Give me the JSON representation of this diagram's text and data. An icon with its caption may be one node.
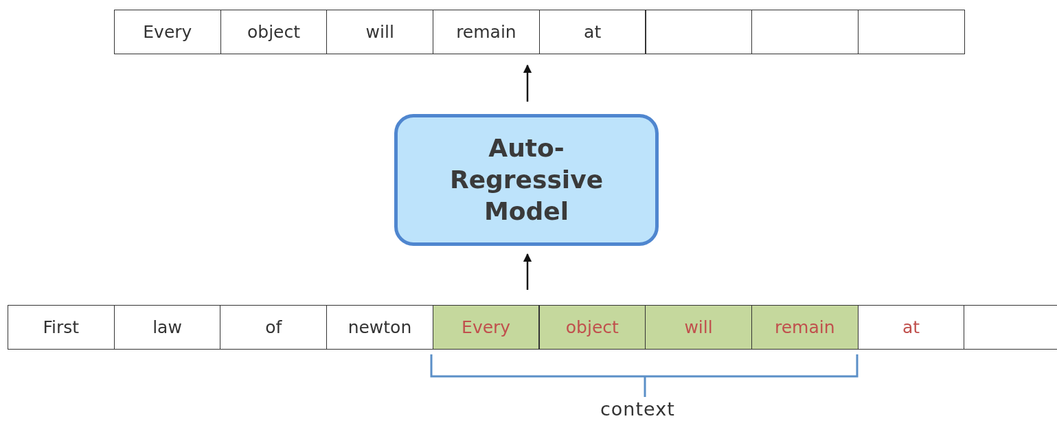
{
  "diagram": {
    "nodes": [
      {
        "text": [
          "Every"
        ]
      },
      {
        "text": [
          "object"
        ]
      },
      {
        "text": [
          "will"
        ]
      },
      {
        "text": [
          "remain"
        ]
      },
      {
        "text": [
          "at"
        ]
      },
      {
        "text": [],
        "shape": "box"
      },
      {
        "text": [],
        "shape": "box"
      },
      {
        "text": [],
        "shape": "box"
      },
      {
        "text": [
          "Auto-Regressive Model"
        ]
      },
      {
        "text": [
          "First"
        ]
      },
      {
        "text": [
          "law"
        ]
      },
      {
        "text": [
          "of"
        ]
      },
      {
        "text": [
          "newton"
        ]
      },
      {
        "text": [
          "Every"
        ]
      },
      {
        "text": [
          "object"
        ]
      },
      {
        "text": [
          "will"
        ]
      },
      {
        "text": [
          "remain"
        ]
      },
      {
        "text": [
          "at"
        ]
      },
      {
        "text": [],
        "shape": "box"
      }
    ],
    "edges": [
      {
        "from": null,
        "to": 8,
        "arrow": "to"
      },
      {
        "from": 8,
        "to": 4,
        "arrow": "to"
      }
    ],
    "labels": [
      "context"
    ]
  }
}
